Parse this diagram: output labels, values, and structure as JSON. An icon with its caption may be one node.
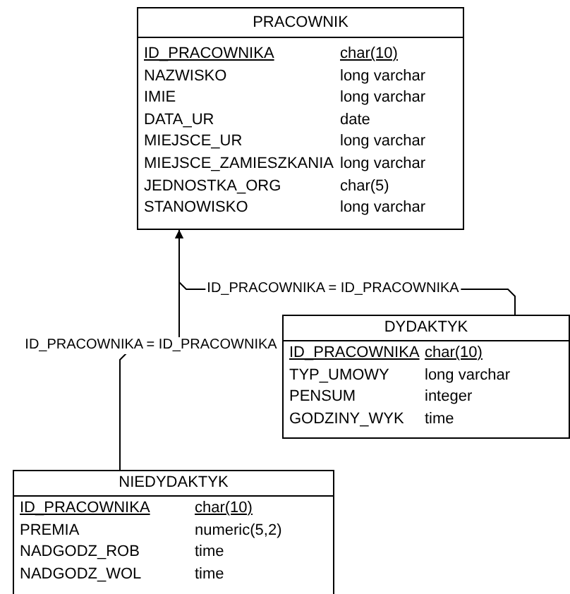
{
  "diagram": {
    "nodes": [
      {
        "text": [
          "PRACOWNIK",
          "ID_PRACOWNIKA",
          "char(10)",
          "NAZWISKO",
          "long varchar",
          "IMIE",
          "long varchar",
          "DATA_UR",
          "date",
          "MIEJSCE_UR",
          "long varchar",
          "MIEJSCE_ZAMIESZKANIA",
          "long varchar",
          "JEDNOSTKA_ORG",
          "char(5)",
          "STANOWISKO",
          "long varchar"
        ]
      },
      {
        "text": [
          "DYDAKTYK",
          "ID_PRACOWNIKA",
          "char(10)",
          "TYP_UMOWY",
          "long varchar",
          "PENSUM",
          "integer",
          "GODZINY_WYK",
          "time"
        ]
      },
      {
        "text": [
          "NIEDYDAKTYK",
          "ID_PRACOWNIKA",
          "char(10)",
          "PREMIA",
          "numeric(5,2)",
          "NADGODZ_ROB",
          "time",
          "NADGODZ_WOL",
          "time"
        ]
      }
    ],
    "edges": [
      {
        "from": 1,
        "to": 0,
        "arrow": "to",
        "label": "ID_PRACOWNIKA = ID_PRACOWNIKA"
      },
      {
        "from": 2,
        "to": 0,
        "arrow": "to",
        "label": "ID_PRACOWNIKA = ID_PRACOWNIKA"
      }
    ]
  }
}
